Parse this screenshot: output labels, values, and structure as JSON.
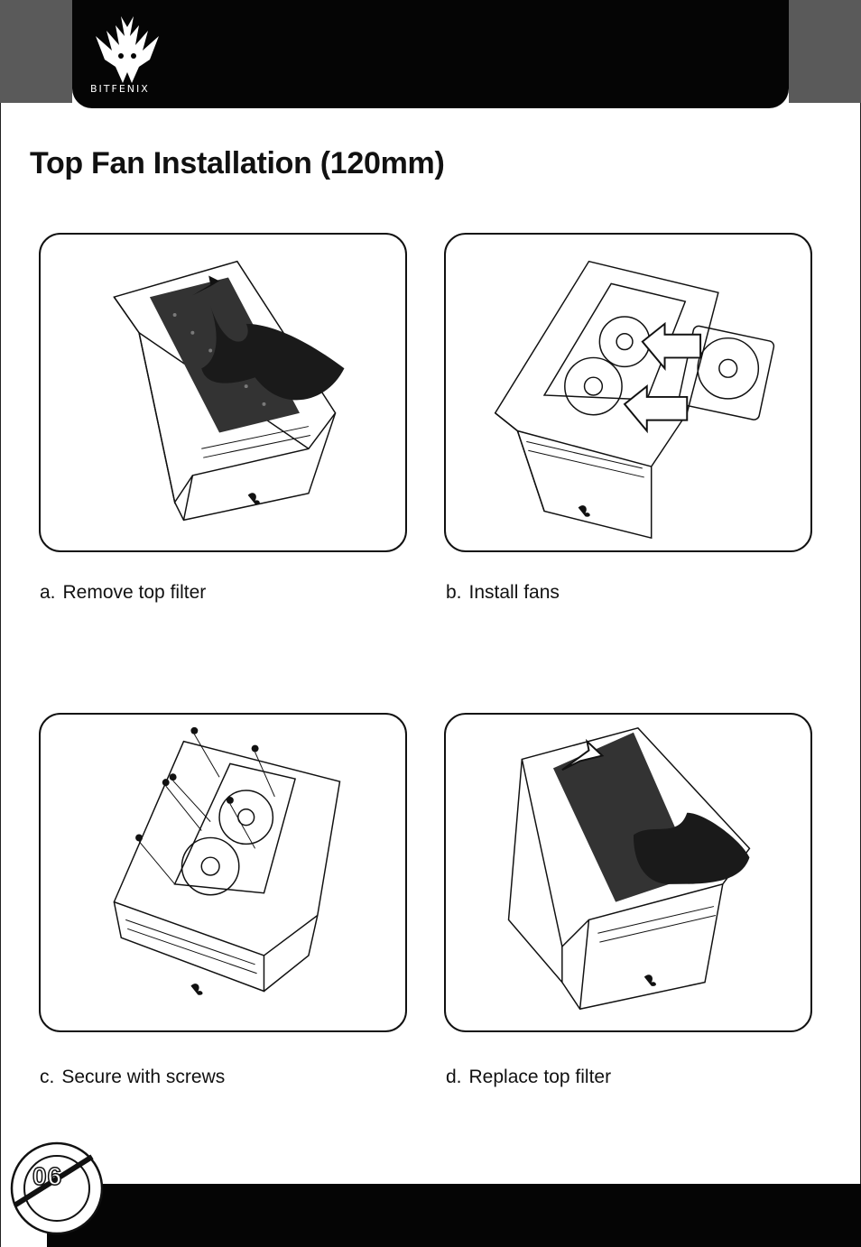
{
  "header": {
    "brand": "BITFENIX"
  },
  "page": {
    "title": "Top Fan Installation (120mm)",
    "number": "06"
  },
  "steps": [
    {
      "letter": "a.",
      "label": "Remove top filter"
    },
    {
      "letter": "b.",
      "label": "Install fans"
    },
    {
      "letter": "c.",
      "label": "Secure with screws"
    },
    {
      "letter": "d.",
      "label": "Replace top filter"
    }
  ],
  "colors": {
    "header_black": "#050505",
    "corner_gray": "#5a5a5a",
    "ink": "#111111"
  },
  "icons": {
    "logo": "bitfenix-phoenix-logo",
    "page_badge": "page-number-disc"
  }
}
